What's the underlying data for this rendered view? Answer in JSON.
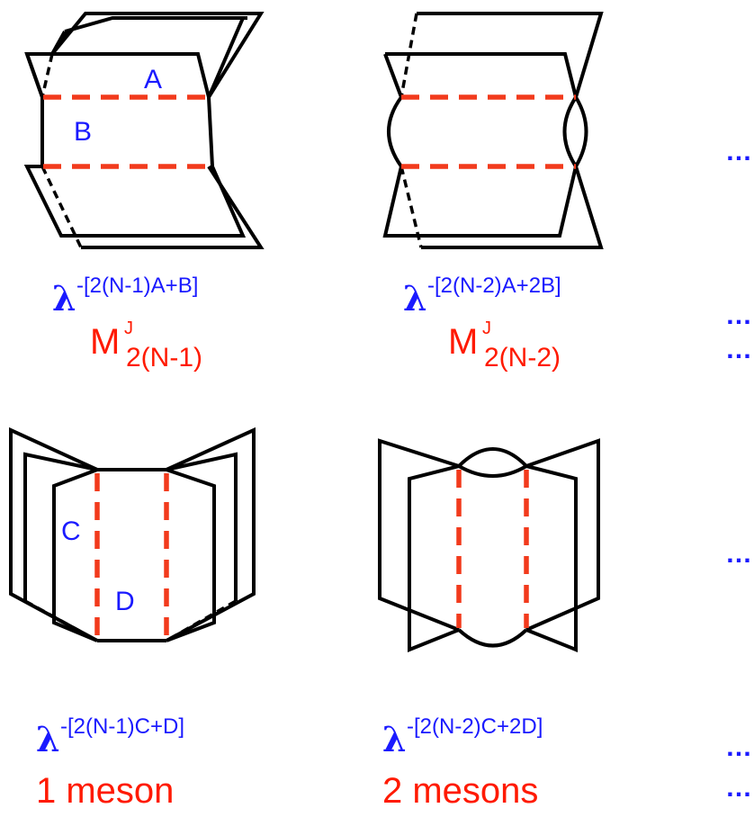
{
  "panels": {
    "top_left": {
      "label_a": "A",
      "label_b": "B"
    },
    "bottom_left": {
      "label_c": "C",
      "label_d": "D"
    }
  },
  "formulas": {
    "f1": {
      "lambda": "λ",
      "exp": "-[2(N-1)A+B]"
    },
    "f2": {
      "lambda": "λ",
      "exp": "-[2(N-2)A+2B]"
    },
    "f3": {
      "lambda": "λ",
      "exp": "-[2(N-1)C+D]"
    },
    "f4": {
      "lambda": "λ",
      "exp": "-[2(N-2)C+2D]"
    }
  },
  "matrices": {
    "m1": {
      "base": "M",
      "sup": "J",
      "sub": "2(N-1)"
    },
    "m2": {
      "base": "M",
      "sup": "J",
      "sub": "2(N-2)"
    }
  },
  "captions": {
    "c1": "1 meson",
    "c2": "2 mesons"
  },
  "ellipsis": "…",
  "colors": {
    "label_blue": "#1a1aff",
    "red": "#ff1a00",
    "dash_red": "#f23a1c"
  }
}
